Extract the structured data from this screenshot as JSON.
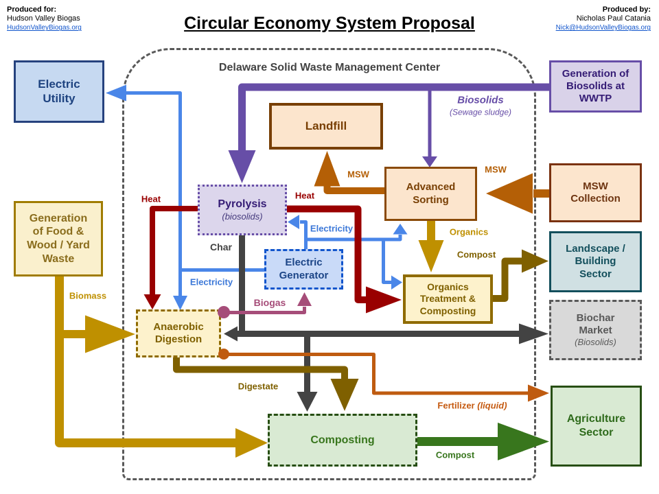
{
  "header": {
    "produced_for": {
      "label": "Produced for:",
      "name": "Hudson Valley Biogas",
      "link": "HudsonValleyBiogas.org"
    },
    "produced_by": {
      "label": "Produced by:",
      "name": "Nicholas Paul Catania",
      "link": "Nick@HudsonValleyBiogas.org"
    },
    "title": "Circular Economy System Proposal"
  },
  "container": {
    "label": "Delaware Solid Waste Management Center"
  },
  "nodes": {
    "electric_utility": {
      "label": "Electric\nUtility"
    },
    "generation_food": {
      "label": "Generation\nof Food &\nWood / Yard\nWaste"
    },
    "wwtp": {
      "label": "Generation of\nBiosolids at\nWWTP"
    },
    "landfill": {
      "label": "Landfill"
    },
    "advanced_sorting": {
      "label": "Advanced\nSorting"
    },
    "msw_collection": {
      "label": "MSW\nCollection"
    },
    "pyrolysis": {
      "label": "Pyrolysis",
      "sub": "(biosolids)"
    },
    "electric_generator": {
      "label": "Electric\nGenerator"
    },
    "organics_treatment": {
      "label": "Organics\nTreatment &\nComposting"
    },
    "landscape": {
      "label": "Landscape /\nBuilding\nSector"
    },
    "biochar_market": {
      "label": "Biochar\nMarket",
      "sub": "(Biosolids)"
    },
    "anaerobic_digestion": {
      "label": "Anaerobic\nDigestion"
    },
    "composting": {
      "label": "Composting"
    },
    "agriculture": {
      "label": "Agriculture\nSector"
    }
  },
  "flow_labels": {
    "biosolids": "Biosolids",
    "biosolids_sub": "(Sewage sludge)",
    "msw_left": "MSW",
    "msw_right": "MSW",
    "heat_left": "Heat",
    "heat_right": "Heat",
    "electricity_top": "Electricity",
    "electricity_left": "Electricity",
    "char": "Char",
    "biogas": "Biogas",
    "organics": "Organics",
    "compost_landscape": "Compost",
    "biomass": "Biomass",
    "digestate": "Digestate",
    "fertilizer": "Fertilizer",
    "fertilizer_sub": "(liquid)",
    "compost_agriculture": "Compost"
  },
  "colors": {
    "biosolids_purple": "#674ea7",
    "electricity_blue": "#4a86e8",
    "heat_red": "#990000",
    "char_gray": "#434343",
    "biogas_magenta": "#a64d79",
    "fertilizer_orange": "#c55a11",
    "msw_brown": "#b45f06",
    "biomass_gold": "#bf9000",
    "digestate_olive": "#7f6000",
    "compost_green": "#38761d",
    "link_blue": "#1155cc"
  }
}
